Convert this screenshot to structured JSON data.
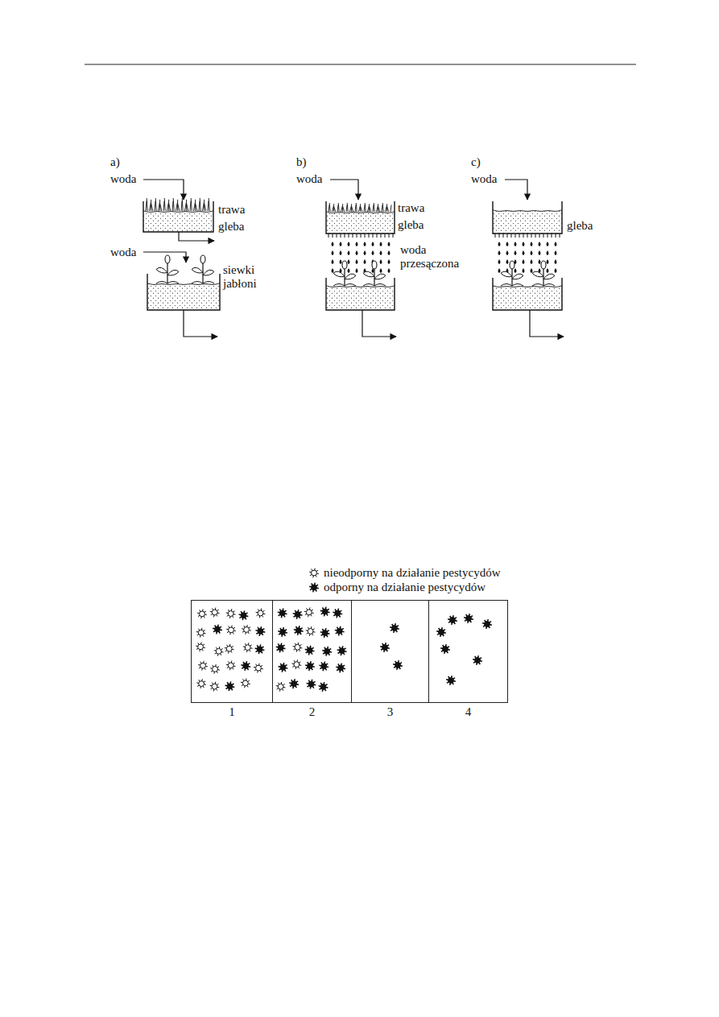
{
  "diagram": {
    "nodes": [
      {
        "text": [
          "1"
        ]
      },
      {
        "text": [
          "2"
        ]
      },
      {
        "text": [
          "3"
        ]
      },
      {
        "text": [
          "4"
        ]
      }
    ],
    "labels": [
      "a)",
      "woda",
      "trawa",
      "gleba",
      "woda",
      "siewki jabłoni",
      "b)",
      "woda",
      "trawa",
      "gleba",
      "woda przesączona",
      "c)",
      "woda",
      "gleba"
    ],
    "legend": [
      {
        "text": "nieodporny na działanie pestycydów"
      },
      {
        "text": "odporny na działanie pestycydów"
      }
    ]
  }
}
